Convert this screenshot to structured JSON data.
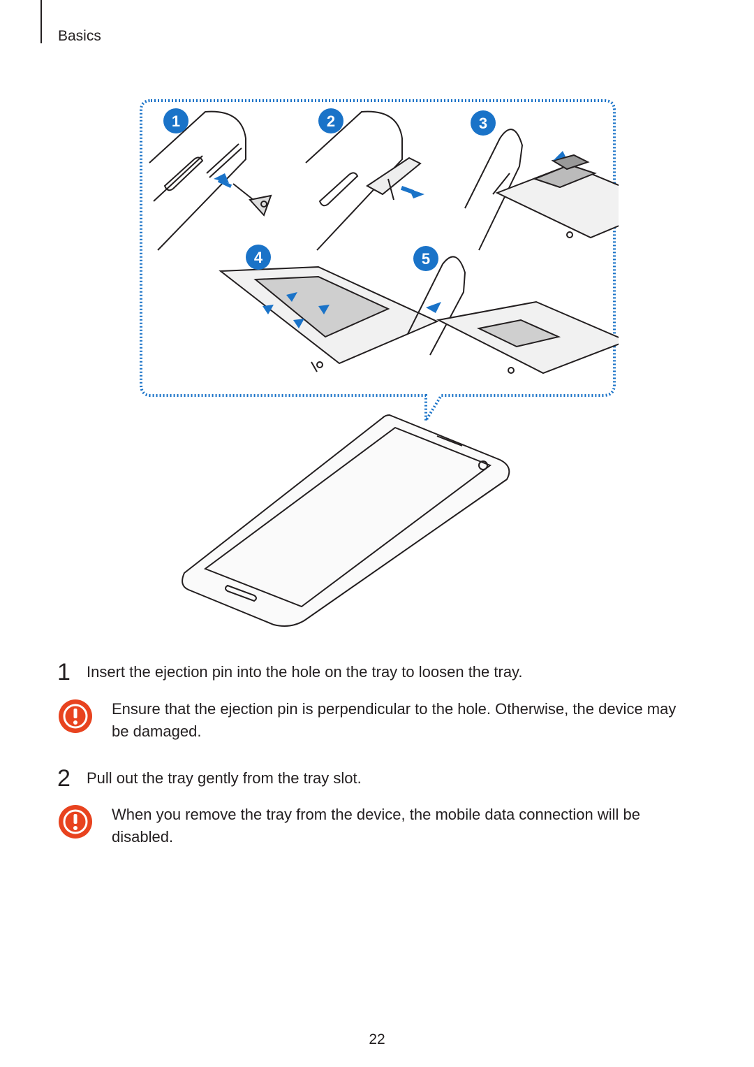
{
  "header": {
    "section": "Basics"
  },
  "figure": {
    "callouts": [
      "1",
      "2",
      "3",
      "4",
      "5"
    ],
    "accent": "#1a73c8"
  },
  "steps": [
    {
      "number": "1",
      "text": "Insert the ejection pin into the hole on the tray to loosen the tray."
    },
    {
      "number": "2",
      "text": "Pull out the tray gently from the tray slot."
    }
  ],
  "notes": [
    {
      "icon": "caution-icon",
      "text": "Ensure that the ejection pin is perpendicular to the hole. Otherwise, the device may be damaged."
    },
    {
      "icon": "caution-icon",
      "text": "When you remove the tray from the device, the mobile data connection will be disabled."
    }
  ],
  "colors": {
    "caution": "#e8431f",
    "callout": "#1a73c8",
    "text": "#231f20"
  },
  "footer": {
    "page_number": "22"
  }
}
